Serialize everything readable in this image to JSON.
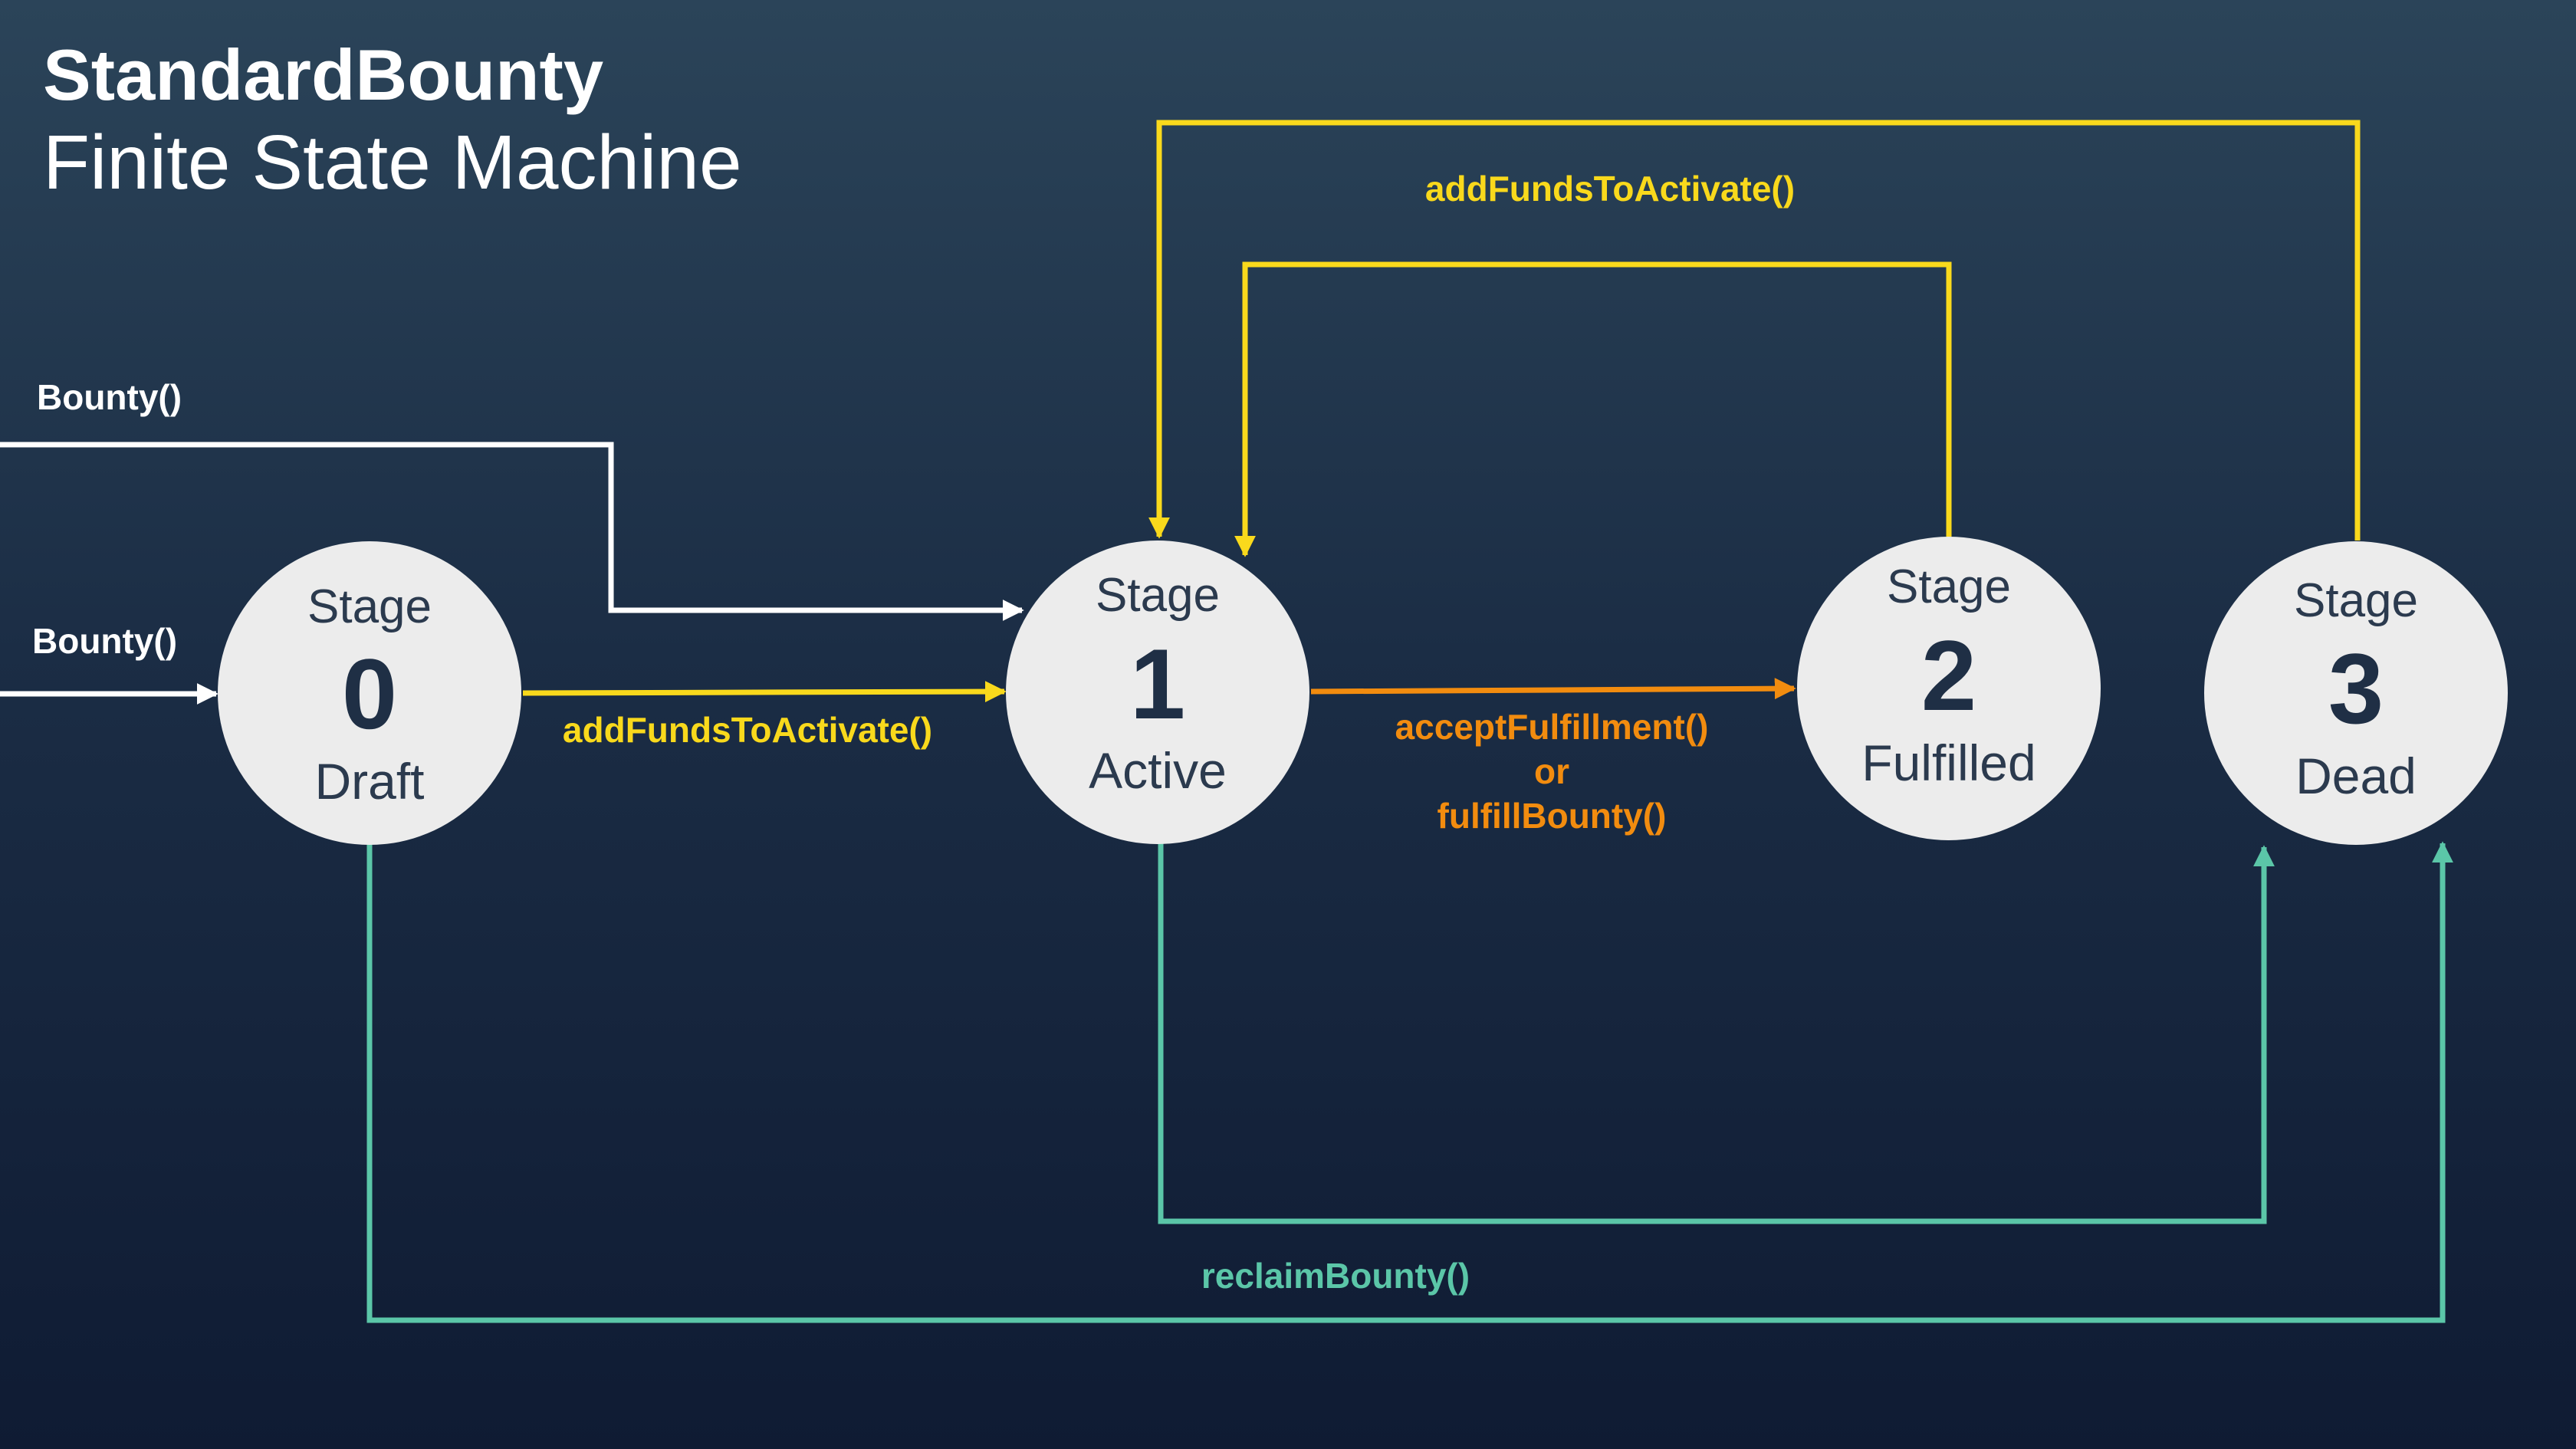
{
  "title": {
    "main": "StandardBounty",
    "sub": "Finite State Machine"
  },
  "colors": {
    "white_edge": "#ffffff",
    "yellow_edge": "#f9d91c",
    "orange_edge": "#f28c0f",
    "teal_edge": "#5bc6a8",
    "node_fill": "#ececec"
  },
  "nodes": [
    {
      "stage": "Stage",
      "number": "0",
      "name": "Draft"
    },
    {
      "stage": "Stage",
      "number": "1",
      "name": "Active"
    },
    {
      "stage": "Stage",
      "number": "2",
      "name": "Fulfilled"
    },
    {
      "stage": "Stage",
      "number": "3",
      "name": "Dead"
    }
  ],
  "edges": {
    "create_draft": {
      "label": "Bounty()"
    },
    "create_active": {
      "label": "Bounty()"
    },
    "draft_to_active": {
      "label": "addFundsToActivate()"
    },
    "dead_to_active": {
      "label": "addFundsToActivate()"
    },
    "active_to_fulfilled": {
      "label_line1": "acceptFulfillment()",
      "label_line2": "or",
      "label_line3": "fulfillBounty()"
    },
    "reclaim": {
      "label": "reclaimBounty()"
    }
  }
}
